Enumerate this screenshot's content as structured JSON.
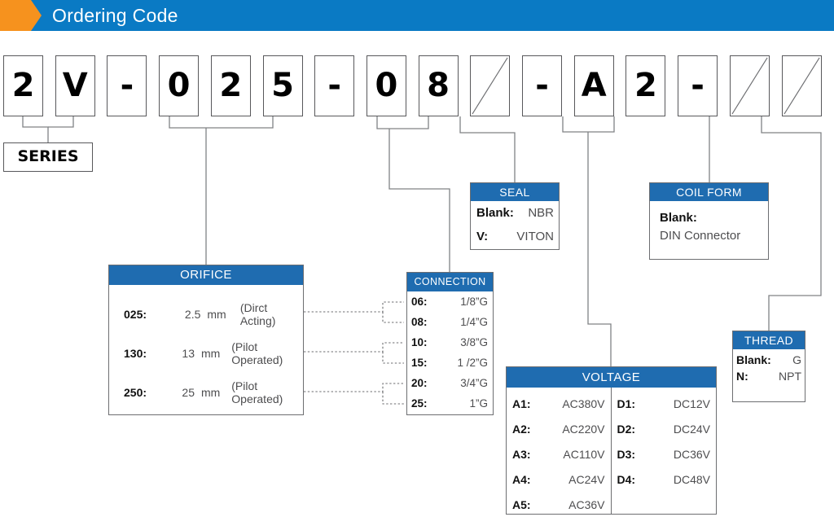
{
  "header": {
    "title": "Ordering Code",
    "bar_color": "#0a7ac4",
    "tab_color": "#f6921e"
  },
  "code_boxes": [
    {
      "char": "2",
      "type": "char"
    },
    {
      "char": "V",
      "type": "char"
    },
    {
      "char": "-",
      "type": "char"
    },
    {
      "char": "0",
      "type": "char"
    },
    {
      "char": "2",
      "type": "char"
    },
    {
      "char": "5",
      "type": "char"
    },
    {
      "char": "-",
      "type": "char"
    },
    {
      "char": "0",
      "type": "char"
    },
    {
      "char": "8",
      "type": "char"
    },
    {
      "char": "",
      "type": "slash"
    },
    {
      "char": "-",
      "type": "char"
    },
    {
      "char": "A",
      "type": "char"
    },
    {
      "char": "2",
      "type": "char"
    },
    {
      "char": "-",
      "type": "char"
    },
    {
      "char": "",
      "type": "slash"
    },
    {
      "char": "",
      "type": "slash"
    }
  ],
  "series": {
    "label": "SERIES"
  },
  "orifice": {
    "title": "ORIFICE",
    "rows": [
      {
        "code": "025:",
        "size": "2.5",
        "unit": "mm",
        "note": "(Dirct Acting)"
      },
      {
        "code": "130:",
        "size": "13",
        "unit": "mm",
        "note": "(Pilot Operated)"
      },
      {
        "code": "250:",
        "size": "25",
        "unit": "mm",
        "note": "(Pilot Operated)"
      }
    ]
  },
  "connection": {
    "title": "CONNECTION",
    "rows": [
      {
        "code": "06:",
        "value": "1/8”G"
      },
      {
        "code": "08:",
        "value": "1/4”G"
      },
      {
        "code": "10:",
        "value": "3/8”G"
      },
      {
        "code": "15:",
        "value": "1 /2”G"
      },
      {
        "code": "20:",
        "value": "3/4”G"
      },
      {
        "code": "25:",
        "value": "1”G"
      }
    ]
  },
  "seal": {
    "title": "SEAL",
    "rows": [
      {
        "code": "Blank:",
        "value": "NBR"
      },
      {
        "code": "V:",
        "value": "VITON"
      }
    ]
  },
  "coil_form": {
    "title": "COIL FORM",
    "code": "Blank:",
    "value": "DIN Connector"
  },
  "thread": {
    "title": "THREAD",
    "rows": [
      {
        "code": "Blank:",
        "value": "G"
      },
      {
        "code": "N:",
        "value": "NPT"
      }
    ]
  },
  "voltage": {
    "title": "VOLTAGE",
    "ac": [
      {
        "code": "A1:",
        "value": "AC380V"
      },
      {
        "code": "A2:",
        "value": "AC220V"
      },
      {
        "code": "A3:",
        "value": "AC110V"
      },
      {
        "code": "A4:",
        "value": "AC24V"
      },
      {
        "code": "A5:",
        "value": "AC36V"
      }
    ],
    "dc": [
      {
        "code": "D1:",
        "value": "DC12V"
      },
      {
        "code": "D2:",
        "value": "DC24V"
      },
      {
        "code": "D3:",
        "value": "DC36V"
      },
      {
        "code": "D4:",
        "value": "DC48V"
      }
    ]
  },
  "colors": {
    "header_blue": "#0a7ac4",
    "table_blue": "#1f6cb0",
    "orange": "#f6921e",
    "line": "#808285",
    "box_border": "#58585b",
    "text_dark": "#111111",
    "text_gray": "#4d4d4f"
  }
}
